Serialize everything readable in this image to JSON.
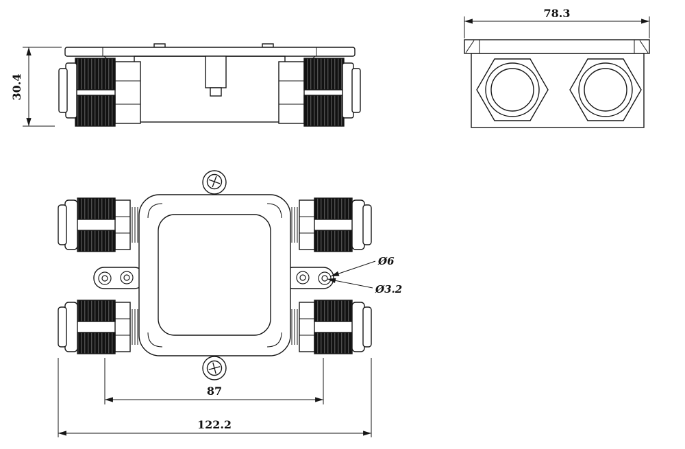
{
  "drawing": {
    "dimensions": {
      "front_height": "30.4",
      "end_width": "78.3",
      "hole_spacing": "87",
      "overall_length": "122.2"
    },
    "annotations": {
      "hole_outer_dia": "Ø6",
      "hole_inner_dia": "Ø3.2"
    },
    "colors": {
      "line": "#161616",
      "background": "#ffffff",
      "knurl": "#121212"
    }
  }
}
